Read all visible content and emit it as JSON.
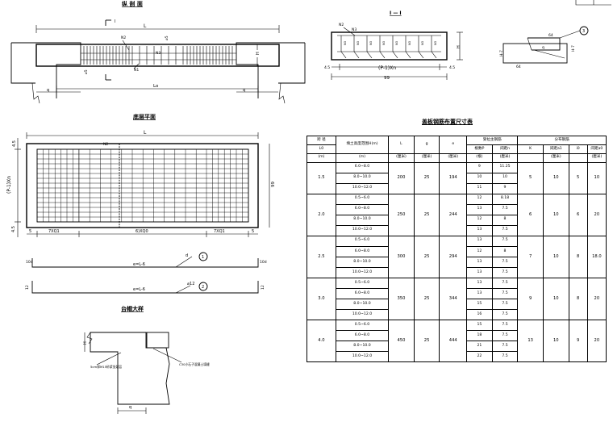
{
  "titles": {
    "elevation": "纵 剖 面",
    "plan": "底层平面",
    "detail": "台帽大样",
    "section": "I — I",
    "table": "盖板钢筋布置尺寸表"
  },
  "elevation": {
    "L": "L",
    "Lo": "Lo",
    "q": "q",
    "N2": "N2",
    "N3": "N3",
    "N1": "N1",
    "phi5": "⌀5",
    "H": "H",
    "I": "I"
  },
  "plan": {
    "L": "L",
    "N2": "N2",
    "side": "(P-1)Xn",
    "b": "99",
    "t45": "4.5",
    "five": "5",
    "left_seg": "7XQ1",
    "mid_seg": "6)XQ0",
    "right_seg": "7XQ1"
  },
  "bars": {
    "bar1": {
      "len": "e=L-6",
      "end": "10d",
      "label": "d",
      "num": "1"
    },
    "bar2": {
      "len": "e=L-6",
      "end": "12",
      "label": "⌀12",
      "num": "2"
    }
  },
  "section": {
    "N2": "N2",
    "N3": "N3",
    "span": "(P-1)Xn",
    "b": "99",
    "t45": "4.5",
    "H": "H",
    "bar": "N3"
  },
  "hook": {
    "d1": "64",
    "d2": "64",
    "q": "q",
    "num": "3",
    "h": "H-7",
    "h2": "H-7"
  },
  "detail": {
    "q": "q",
    "H": "H",
    "note1": "5cm厚M15砂浆坐浆层",
    "note2": "C30小石子混凝土填缝"
  },
  "table": {
    "headers": {
      "span": "跨 径",
      "span_unit_top": "L0",
      "span_unit": "(m)",
      "fill": "填土高度范围H(m)",
      "fill_unit": "(m)",
      "L": "L",
      "L_unit": "(厘米)",
      "g": "g",
      "g_unit": "(厘米)",
      "e": "e",
      "e_unit": "(厘米)",
      "main": "受拉主钢筋",
      "main_n": "根数P",
      "main_n_unit": "(根)",
      "main_s": "间距n",
      "main_s_unit": "(厘米)",
      "dist": "分布钢筋",
      "dist_k": "K",
      "dist_a1": "间距a1",
      "dist_a1_unit": "(厘米)",
      "dist_i": "i0",
      "dist_a0": "间距a0",
      "dist_a0_unit": "(厘米)"
    },
    "groups": [
      {
        "span": "1.5",
        "L": "200",
        "g": "25",
        "e": "194",
        "K": "5",
        "a1": "10",
        "i": "5",
        "a0": "10",
        "rows": [
          {
            "H": "6.0~8.0",
            "P": "9",
            "n": "11.25"
          },
          {
            "H": "8.0~10.0",
            "P": "10",
            "n": "10"
          },
          {
            "H": "10.0~12.0",
            "P": "11",
            "n": "9"
          }
        ]
      },
      {
        "span": "2.0",
        "L": "250",
        "g": "25",
        "e": "244",
        "K": "6",
        "a1": "10",
        "i": "6",
        "a0": "20",
        "rows": [
          {
            "H": "0.5~6.0",
            "P": "12",
            "n": "8.18"
          },
          {
            "H": "6.0~8.0",
            "P": "13",
            "n": "7.5"
          },
          {
            "H": "8.0~10.0",
            "P": "12",
            "n": "8"
          },
          {
            "H": "10.0~12.0",
            "P": "13",
            "n": "7.5"
          }
        ]
      },
      {
        "span": "2.5",
        "L": "300",
        "g": "25",
        "e": "294",
        "K": "7",
        "a1": "10",
        "i": "8",
        "a0": "18.0",
        "rows": [
          {
            "H": "0.5~6.0",
            "P": "13",
            "n": "7.5"
          },
          {
            "H": "6.0~8.0",
            "P": "12",
            "n": "8"
          },
          {
            "H": "8.0~10.0",
            "P": "13",
            "n": "7.5"
          },
          {
            "H": "10.0~12.0",
            "P": "13",
            "n": "7.5"
          }
        ]
      },
      {
        "span": "3.0",
        "L": "350",
        "g": "25",
        "e": "344",
        "K": "9",
        "a1": "10",
        "i": "8",
        "a0": "20",
        "rows": [
          {
            "H": "0.5~6.0",
            "P": "13",
            "n": "7.5"
          },
          {
            "H": "6.0~8.0",
            "P": "13",
            "n": "7.5"
          },
          {
            "H": "8.0~10.0",
            "P": "15",
            "n": "7.5"
          },
          {
            "H": "10.0~12.0",
            "P": "16",
            "n": "7.5"
          }
        ]
      },
      {
        "span": "4.0",
        "L": "450",
        "g": "25",
        "e": "444",
        "K": "13",
        "a1": "10",
        "i": "9",
        "a0": "20",
        "rows": [
          {
            "H": "0.5~6.0",
            "P": "15",
            "n": "7.5"
          },
          {
            "H": "6.0~8.0",
            "P": "18",
            "n": "7.5"
          },
          {
            "H": "8.0~10.0",
            "P": "21",
            "n": "7.5"
          },
          {
            "H": "10.0~12.0",
            "P": "22",
            "n": "7.5"
          }
        ]
      }
    ]
  }
}
